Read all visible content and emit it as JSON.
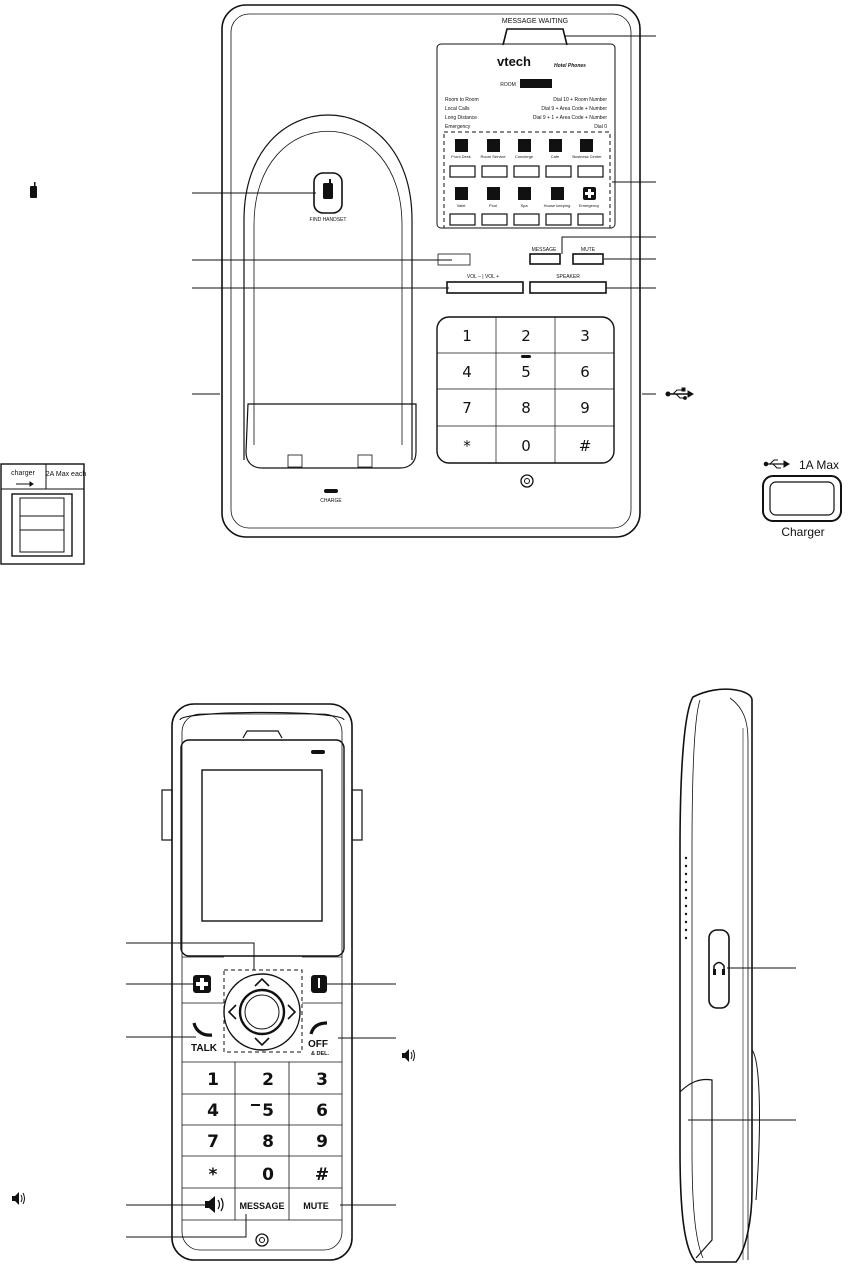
{
  "base": {
    "message_waiting": "MESSAGE WAITING",
    "brand": "vtech",
    "brand_sub": "Hotel Phones",
    "room_label": "ROOM",
    "dial_rows": [
      {
        "left": "Room to Room",
        "right": "Dial 10 + Room Number"
      },
      {
        "left": "Local Calls",
        "right": "Dial 9 + Area Code + Number"
      },
      {
        "left": "Long Distance",
        "right": "Dial 9 + 1 + Area Code + Number"
      },
      {
        "left": "Emergency",
        "right": "Dial 0"
      }
    ],
    "service_keys_top": [
      "Front Desk",
      "Room Service",
      "Concierge",
      "Cafe",
      "Business Center"
    ],
    "service_keys_bottom": [
      "Valet",
      "Pool",
      "Spa",
      "House keeping",
      "Emergency"
    ],
    "message": "MESSAGE",
    "mute": "MUTE",
    "volume": "VOL –   |   VOL +",
    "speaker": "SPEAKER",
    "keypad": [
      "1",
      "2",
      "3",
      "4",
      "5",
      "6",
      "7",
      "8",
      "9",
      "*",
      "0",
      "#"
    ],
    "find_handset": "FIND HANDSET",
    "charge": "CHARGE"
  },
  "charger_port_left": {
    "label1": "charger",
    "label2": "2A Max each"
  },
  "charger_port_right": {
    "rating": "1A Max",
    "caption": "Charger"
  },
  "handset": {
    "talk": "TALK",
    "off": "OFF",
    "off_sub": "& DEL.",
    "keypad": [
      "1",
      "2",
      "3",
      "4",
      "5",
      "6",
      "7",
      "8",
      "9",
      "*",
      "0",
      "#"
    ],
    "message": "MESSAGE",
    "mute": "MUTE"
  },
  "icons": [
    "handset-icon",
    "usb-icon",
    "speaker-icon",
    "headset-icon",
    "emergency-cross-icon",
    "talk-phone-icon",
    "off-phone-icon"
  ]
}
